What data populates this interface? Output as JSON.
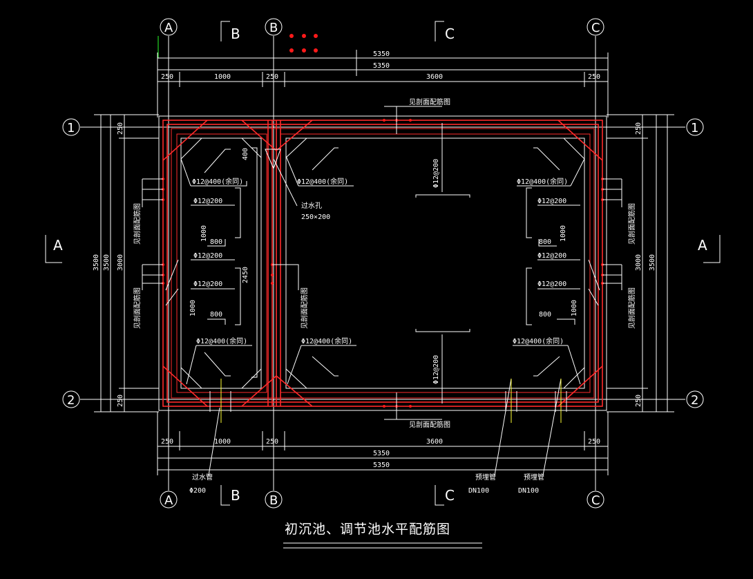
{
  "title": "初沉池、调节池水平配筋图",
  "axes": {
    "A": "A",
    "B": "B",
    "C": "C",
    "row1": "1",
    "row2": "2"
  },
  "sections": {
    "A": "A",
    "B": "B",
    "C": "C"
  },
  "dims": {
    "total": "5350",
    "d250": "250",
    "d1000": "1000",
    "d3600": "3600",
    "h3500": "3500",
    "h3000": "3000",
    "d400": "400",
    "d2450": "2450",
    "d800": "800"
  },
  "rebar": {
    "r400": "Φ12@400(余同)",
    "r200": "Φ12@200",
    "see_detail": "见剖面配筋图"
  },
  "notes": {
    "hole": "过水孔",
    "hole_size": "250×200",
    "pipe1": "过水管",
    "pipe1_size": "Φ200",
    "pipe2": "预埋管",
    "pipe2_size": "DN100"
  }
}
